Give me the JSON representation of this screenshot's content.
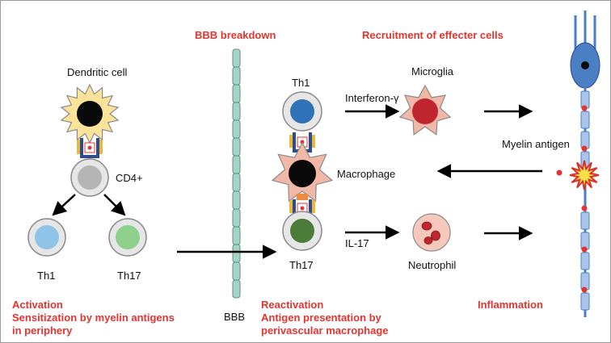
{
  "colors": {
    "red": "#e3342f",
    "outline": "#8a8a8a",
    "neuron": "#4a7fc4",
    "bbb": "#a6d3c8",
    "receptor_dark": "#2f4b8c",
    "receptor_yellow": "#e9b93b",
    "receptor_orange": "#ef8a3c",
    "dendritic": "#fce39a",
    "star_pink": "#f2b8a7",
    "th1_nucleus": "#2f72b8",
    "th1_left": "#8fc4e8",
    "th17_left": "#8ecf8b",
    "th17_right": "#4b7c3a",
    "microglia_nucleus": "#c02630",
    "neutrophil_bg": "#f6c8bd",
    "neutrophil_nucleus": "#c0272d"
  },
  "headers": {
    "bbb_breakdown": "BBB breakdown",
    "recruitment": "Recruitment of effecter cells"
  },
  "labels": {
    "dendritic_cell": "Dendritic cell",
    "cd4": "CD4+",
    "th1_left": "Th1",
    "th17_left": "Th17",
    "th1_center": "Th1",
    "th17_center": "Th17",
    "macrophage": "Macrophage",
    "interferon": "Interferon-γ",
    "il17": "IL-17",
    "microglia": "Microglia",
    "neutrophil": "Neutrophil",
    "myelin_antigen": "Myelin antigen",
    "bbb": "BBB"
  },
  "footer": {
    "activation": [
      "Activation",
      "Sensitization by myelin antigens",
      "in periphery"
    ],
    "reactivation": [
      "Reactivation",
      "Antigen presentation by",
      "perivascular macrophage"
    ],
    "inflammation": "Inflammation"
  }
}
